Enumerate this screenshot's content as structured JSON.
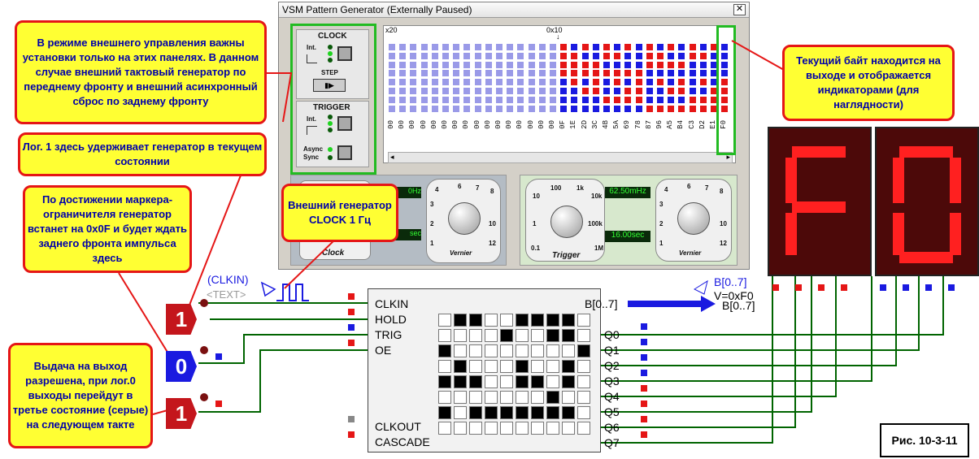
{
  "window": {
    "title": "VSM Pattern Generator (Externally Paused)",
    "close": "✕",
    "marker_start": "x20",
    "marker_mid": "0x10",
    "clock_panel": {
      "title": "CLOCK",
      "int": "Int.",
      "step": "STEP"
    },
    "trigger_panel": {
      "title": "TRIGGER",
      "int": "Int.",
      "async": "Async",
      "sync": "Sync"
    },
    "hex_labels": [
      "00",
      "00",
      "00",
      "00",
      "00",
      "00",
      "00",
      "00",
      "00",
      "00",
      "00",
      "00",
      "00",
      "00",
      "00",
      "00",
      "0F",
      "1E",
      "2D",
      "3C",
      "4B",
      "5A",
      "69",
      "78",
      "87",
      "96",
      "A5",
      "B4",
      "C3",
      "D2",
      "E1",
      "F0"
    ],
    "clock_block": {
      "freq": "0Hz",
      "time": "sec",
      "label": "Clock",
      "vernier_label": "Vernier",
      "scale_left": [
        "4",
        "3",
        "2",
        "1"
      ],
      "scale_right": [
        "6",
        "7",
        "8",
        "10",
        "12"
      ]
    },
    "trigger_block": {
      "freq": "62.50mHz",
      "time": "16.00sec",
      "label": "Trigger",
      "vernier_label": "Vernier",
      "scale_left": [
        "10",
        "1",
        "0.1"
      ],
      "scale_top": [
        "100",
        "1k"
      ],
      "scale_right": [
        "10k",
        "100k",
        "1M"
      ],
      "v_left": [
        "4",
        "3",
        "2",
        "1"
      ],
      "v_right": [
        "6",
        "7",
        "8",
        "10",
        "12"
      ]
    }
  },
  "callouts": {
    "top_left": "В режиме внешнего управления важны установки только на этих панелях. В данном случае внешний тактовый генератор по переднему фронту и внешний асинхронный сброс по заднему фронту",
    "hold": "Лог. 1 здесь удерживает генератор в текущем состоянии",
    "marker": "По достижении маркера-ограничителя генератор встанет на 0x0F и будет ждать заднего фронта импульса здесь",
    "clock": "Внешний генератор CLOCK 1 Гц",
    "output": "Выдача на выход разрешена, при лог.0 выходы перейдут в третье состояние (серые) на следующем такте",
    "current_byte": "Текущий байт находится на выходе и отображается индикаторами (для наглядности)"
  },
  "clkin_label": "(CLKIN)",
  "text_label": "<TEXT>",
  "logic_states": [
    "1",
    "0",
    "1"
  ],
  "chip": {
    "inputs": [
      "CLKIN",
      "HOLD",
      "TRIG",
      "OE"
    ],
    "outputs_bottom": [
      "CLKOUT",
      "CASCADE"
    ],
    "bus": "B[0..7]",
    "q": [
      "Q0",
      "Q1",
      "Q2",
      "Q3",
      "Q4",
      "Q5",
      "Q6",
      "Q7"
    ]
  },
  "bus_labels": {
    "top": "B[0..7]",
    "value": "V=0xF0",
    "bottom": "B[0..7]"
  },
  "figure_label": "Рис. 10-3-11",
  "colors": {
    "red": "#e51616",
    "blue": "#1a1ae0",
    "callout_bg": "#ffff33",
    "wire": "#006400",
    "seg_on": "#ff2020"
  }
}
